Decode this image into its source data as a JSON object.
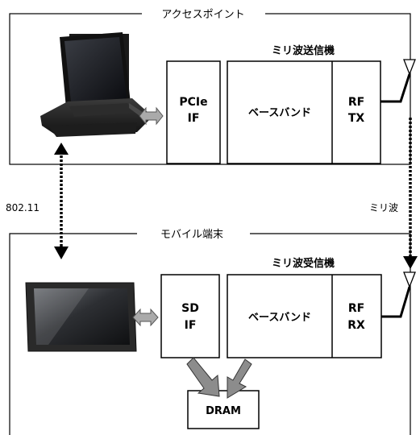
{
  "access_point": {
    "title": "アクセスポイント",
    "transmitter_title": "ミリ波送信機",
    "pcie_line1": "PCIe",
    "pcie_line2": "IF",
    "baseband": "ベースバンド",
    "rf_line1": "RF",
    "rf_line2": "TX"
  },
  "mobile_terminal": {
    "title": "モバイル端末",
    "receiver_title": "ミリ波受信機",
    "sd_line1": "SD",
    "sd_line2": "IF",
    "baseband": "ベースバンド",
    "rf_line1": "RF",
    "rf_line2": "RX",
    "dram": "DRAM"
  },
  "links": {
    "wifi_label": "802.11",
    "mmwave_label": "ミリ波"
  },
  "icons": {
    "laptop": "laptop-icon",
    "tablet": "tablet-icon",
    "antenna": "antenna-icon"
  }
}
